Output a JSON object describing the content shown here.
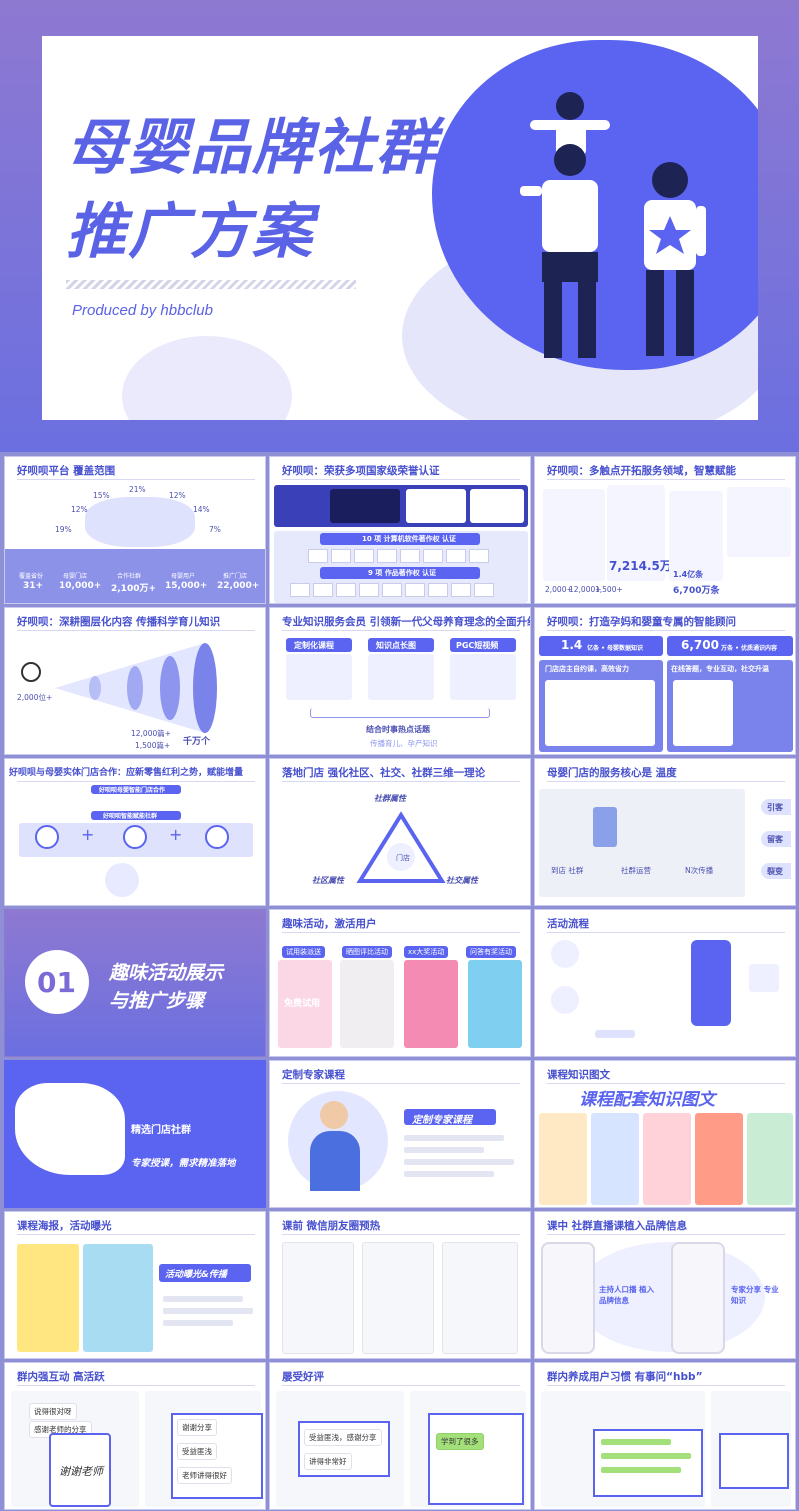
{
  "cover": {
    "title_line1": "母婴品牌社群",
    "title_line2": "推广方案",
    "subtitle": "Produced by hbbclub"
  },
  "slides": {
    "s1": {
      "title": "好呗呗平台 覆盖范围",
      "percents": [
        "19%",
        "12%",
        "15%",
        "21%",
        "12%",
        "14%",
        "7%"
      ],
      "stats": [
        {
          "label": "覆盖省份",
          "value": "31+"
        },
        {
          "label": "母婴门店",
          "value": "10,000+"
        },
        {
          "label": "合作社群",
          "value": "2,100万+"
        },
        {
          "label": "母婴用户",
          "value": "15,000+"
        },
        {
          "label": "推广门店",
          "value": "22,000+"
        }
      ]
    },
    "s2": {
      "title": "好呗呗：荣获多项国家级荣誉认证",
      "line1": "10 项 计算机软件著作权 认证",
      "line2": "9 项 作品著作权 认证"
    },
    "s3": {
      "title": "好呗呗：多触点开拓服务领域，智慧赋能",
      "big1": "7,214.5万",
      "big2": "1.4亿条",
      "big3": "6,700万条",
      "small1": "2,000+",
      "small2": "12,000+",
      "small3": "1,500+"
    },
    "s4": {
      "title": "好呗呗：深耕圈层化内容 传播科学育儿知识",
      "left_value": "2,000位+",
      "mid1": "12,000篇+",
      "mid2": "1,500篇+",
      "right": "千万个"
    },
    "s5": {
      "title": "专业知识服务会员 引领新一代父母养育理念的全面升级",
      "col1": "定制化课程",
      "col2": "知识点长图",
      "col3": "PGC短视频",
      "bottom": "结合时事热点话题",
      "bottom_sub": "传播育儿、孕产知识"
    },
    "s6": {
      "title": "好呗呗：打造孕妈和婴童专属的智能顾问",
      "stat1_value": "1.4",
      "stat1_unit": "亿条 • 母婴数据知识",
      "stat2_value": "6,700",
      "stat2_unit": "万条 • 优质通识内容",
      "box1": "门店店主自约课，高效省力",
      "box2": "在线答题，专业互动，社交升温"
    },
    "s7": {
      "title": "好呗呗与母婴实体门店合作：应新零售红利之势，赋能增量",
      "tag1": "好呗呗母婴智能门店合作",
      "tag2": "好呗呗智能赋能社群"
    },
    "s8": {
      "title": "落地门店 强化社区、社交、社群三维一理论",
      "top": "社群属性",
      "left": "社区属性",
      "right": "社交属性",
      "center": "门店"
    },
    "s9": {
      "title": "母婴门店的服务核心是 温度",
      "btn1": "引客",
      "btn2": "留客",
      "btn3": "裂变",
      "step1": "到店 社群",
      "step2": "社群运营",
      "step3": "N次传播"
    },
    "s10": {
      "number": "01",
      "line1": "趣味活动展示",
      "line2": "与推广步骤"
    },
    "s11": {
      "title": "趣味活动，激活用户",
      "tags": [
        "试用装派送",
        "晒图评比活动",
        "xx大奖活动",
        "问答有奖活动"
      ],
      "poster1": "免费试用"
    },
    "s12": {
      "title": "活动流程"
    },
    "s13": {
      "title": "精选门店社群",
      "subtitle": "专家授课，需求精准落地"
    },
    "s14": {
      "title": "定制专家课程",
      "banner": "定制专家课程"
    },
    "s15": {
      "title": "课程知识图文",
      "big": "课程配套知识图文"
    },
    "s16": {
      "title": "课程海报，活动曝光",
      "banner": "活动曝光&传播"
    },
    "s17": {
      "title": "课前 微信朋友圈预热"
    },
    "s18": {
      "title": "课中 社群直播课植入品牌信息",
      "label1": "主持人口播 植入品牌信息",
      "label2": "专家分享 专业知识"
    },
    "s19": {
      "title": "群内强互动 高活跃",
      "sticker": "谢谢老师",
      "msg1": "说得很对呀",
      "msg2": "感谢老师的分享",
      "msg3": "谢谢分享",
      "msg4": "受益匪浅",
      "msg5": "老师讲得很好"
    },
    "s20": {
      "title": "屡受好评",
      "msg1": "受益匪浅，感谢分享",
      "msg2": "讲得非常好",
      "msg3": "学到了很多"
    },
    "s21": {
      "title": "群内养成用户习惯 有事问“hbb”"
    }
  }
}
